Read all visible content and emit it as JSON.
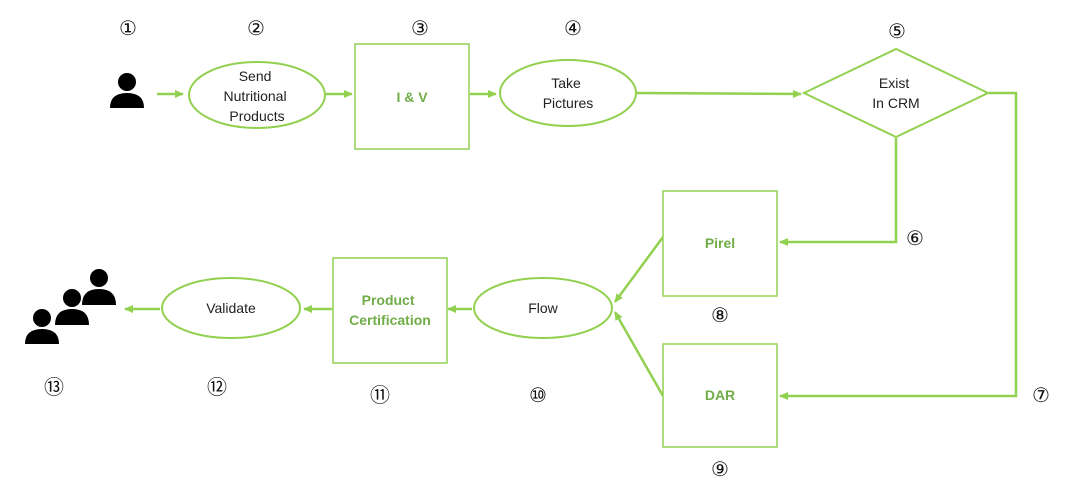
{
  "colors": {
    "accent": "#92d050",
    "text_green": "#70ad47",
    "icon": "#000000"
  },
  "icons": {
    "start": "person-icon",
    "end": "group-of-people-icon"
  },
  "nodes": {
    "send": [
      "Send",
      "Nutritional",
      "Products"
    ],
    "iv": "I & V",
    "take": [
      "Take",
      "Pictures"
    ],
    "exist": [
      "Exist",
      "In CRM"
    ],
    "pirel": "Pirel",
    "dar": "DAR",
    "flow": "Flow",
    "cert": [
      "Product",
      "Certification"
    ],
    "validate": "Validate"
  },
  "step_numbers": [
    "①",
    "②",
    "③",
    "④",
    "⑤",
    "⑥",
    "⑦",
    "⑧",
    "⑨",
    "⑩",
    "⑪",
    "⑫",
    "⑬"
  ]
}
